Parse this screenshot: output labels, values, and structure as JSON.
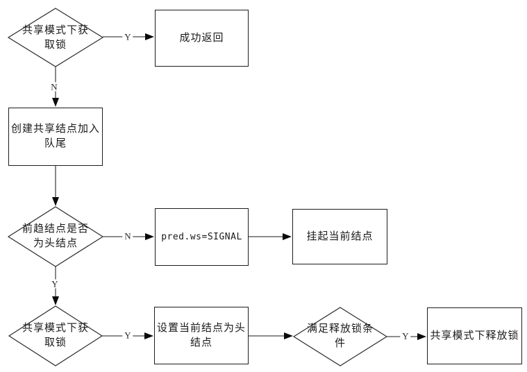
{
  "diagram": {
    "type": "flowchart",
    "background_color": "#ffffff",
    "line_color": "#474747",
    "border_color": "#1c1c1c",
    "text_color": "#1a1a1a",
    "nodes": [
      {
        "id": "acquire-shared-lock-1",
        "type": "decision",
        "text": "共享模式下获\n取锁"
      },
      {
        "id": "success-return",
        "type": "process",
        "text": "成功返回"
      },
      {
        "id": "create-shared-node",
        "type": "process",
        "text": "创建共享结点加入\n队尾"
      },
      {
        "id": "pred-is-head",
        "type": "decision",
        "text": "前趋结点是否\n为头结点"
      },
      {
        "id": "pred-ws-signal",
        "type": "process",
        "text": "pred.ws=SIGNAL"
      },
      {
        "id": "park-current-node",
        "type": "process",
        "text": "挂起当前结点"
      },
      {
        "id": "acquire-shared-lock-2",
        "type": "decision",
        "text": "共享模式下获\n取锁"
      },
      {
        "id": "set-current-as-head",
        "type": "process",
        "text": "设置当前结点为头\n结点"
      },
      {
        "id": "release-lock-condition",
        "type": "decision",
        "text": "满足释放锁条\n件"
      },
      {
        "id": "release-shared-lock",
        "type": "process",
        "text": "共享模式下释放锁"
      }
    ],
    "edge_labels": [
      {
        "id": "acquire1-yes",
        "text": "Y"
      },
      {
        "id": "acquire1-no",
        "text": "N"
      },
      {
        "id": "predhead-no",
        "text": "N"
      },
      {
        "id": "predhead-yes",
        "text": "Y"
      },
      {
        "id": "acquire2-yes",
        "text": "Y"
      },
      {
        "id": "release-yes",
        "text": "Y"
      }
    ]
  }
}
